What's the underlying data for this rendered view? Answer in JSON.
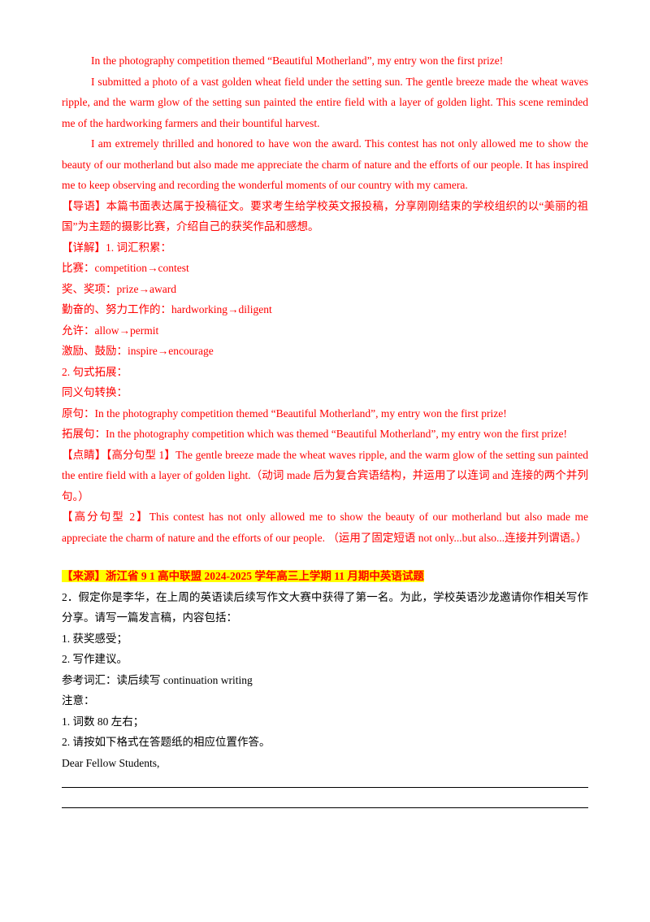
{
  "essay": {
    "p1": "In the photography competition themed “Beautiful Motherland”, my entry won the first prize!",
    "p2": "I submitted a photo of a vast golden wheat field under the setting sun. The gentle breeze made the wheat waves ripple, and the warm glow of the setting sun painted the entire field with a layer of golden light. This scene reminded me of the hardworking farmers and their bountiful harvest.",
    "p3": "I am extremely thrilled and honored to have won the award. This contest has not only allowed me to show the beauty of our motherland but also made me appreciate the charm of nature and the efforts of our people. It has inspired me to keep observing and recording the wonderful moments of our country with my camera."
  },
  "guide": {
    "label": "【导语】",
    "text": "本篇书面表达属于投稿征文。要求考生给学校英文报投稿，分享刚刚结束的学校组织的以“美丽的祖国”为主题的摄影比赛，介绍自己的获奖作品和感想。"
  },
  "detail": {
    "label": "【详解】",
    "vocab_title": "1. 词汇积累：",
    "vocab": [
      "比赛：competition→contest",
      "奖、奖项：prize→award",
      "勤奋的、努力工作的：hardworking→diligent",
      "允许：allow→permit",
      "激励、鼓励：inspire→encourage"
    ],
    "sentence_title": "2. 句式拓展：",
    "sentence_sub": "同义句转换：",
    "original": "原句：In the photography competition themed “Beautiful Motherland”, my entry won the first prize!",
    "expanded": "拓展句：In the photography competition which was themed “Beautiful Motherland”, my entry won the first prize!"
  },
  "highlights": {
    "label": "【点睛】",
    "type1_label": "【高分句型 1】",
    "type1_text": "The gentle breeze made the wheat waves ripple, and the warm glow of the setting sun painted the entire field with a layer of golden light.（动词 made 后为复合宾语结构，并运用了以连词 and 连接的两个并列句。）",
    "type2_label": "【高分句型 2】",
    "type2_text": "This contest has not only allowed me to show the beauty of our motherland but also made me appreciate the charm of nature and the efforts of our people. （运用了固定短语 not only...but also...连接并列谓语。）"
  },
  "source": {
    "label": "【来源】",
    "text": "浙江省 9 1 高中联盟 2024-2025 学年高三上学期 11 月期中英语试题"
  },
  "question": {
    "intro": "2．假定你是李华，在上周的英语读后续写作文大赛中获得了第一名。为此，学校英语沙龙邀请你作相关写作分享。请写一篇发言稿，内容包括：",
    "items": [
      "1. 获奖感受；",
      "2. 写作建议。"
    ],
    "reference": "参考词汇：读后续写 continuation writing",
    "notice_title": "注意：",
    "notices": [
      "1. 词数 80 左右；",
      "2. 请按如下格式在答题纸的相应位置作答。"
    ],
    "salutation": "Dear Fellow Students,"
  }
}
